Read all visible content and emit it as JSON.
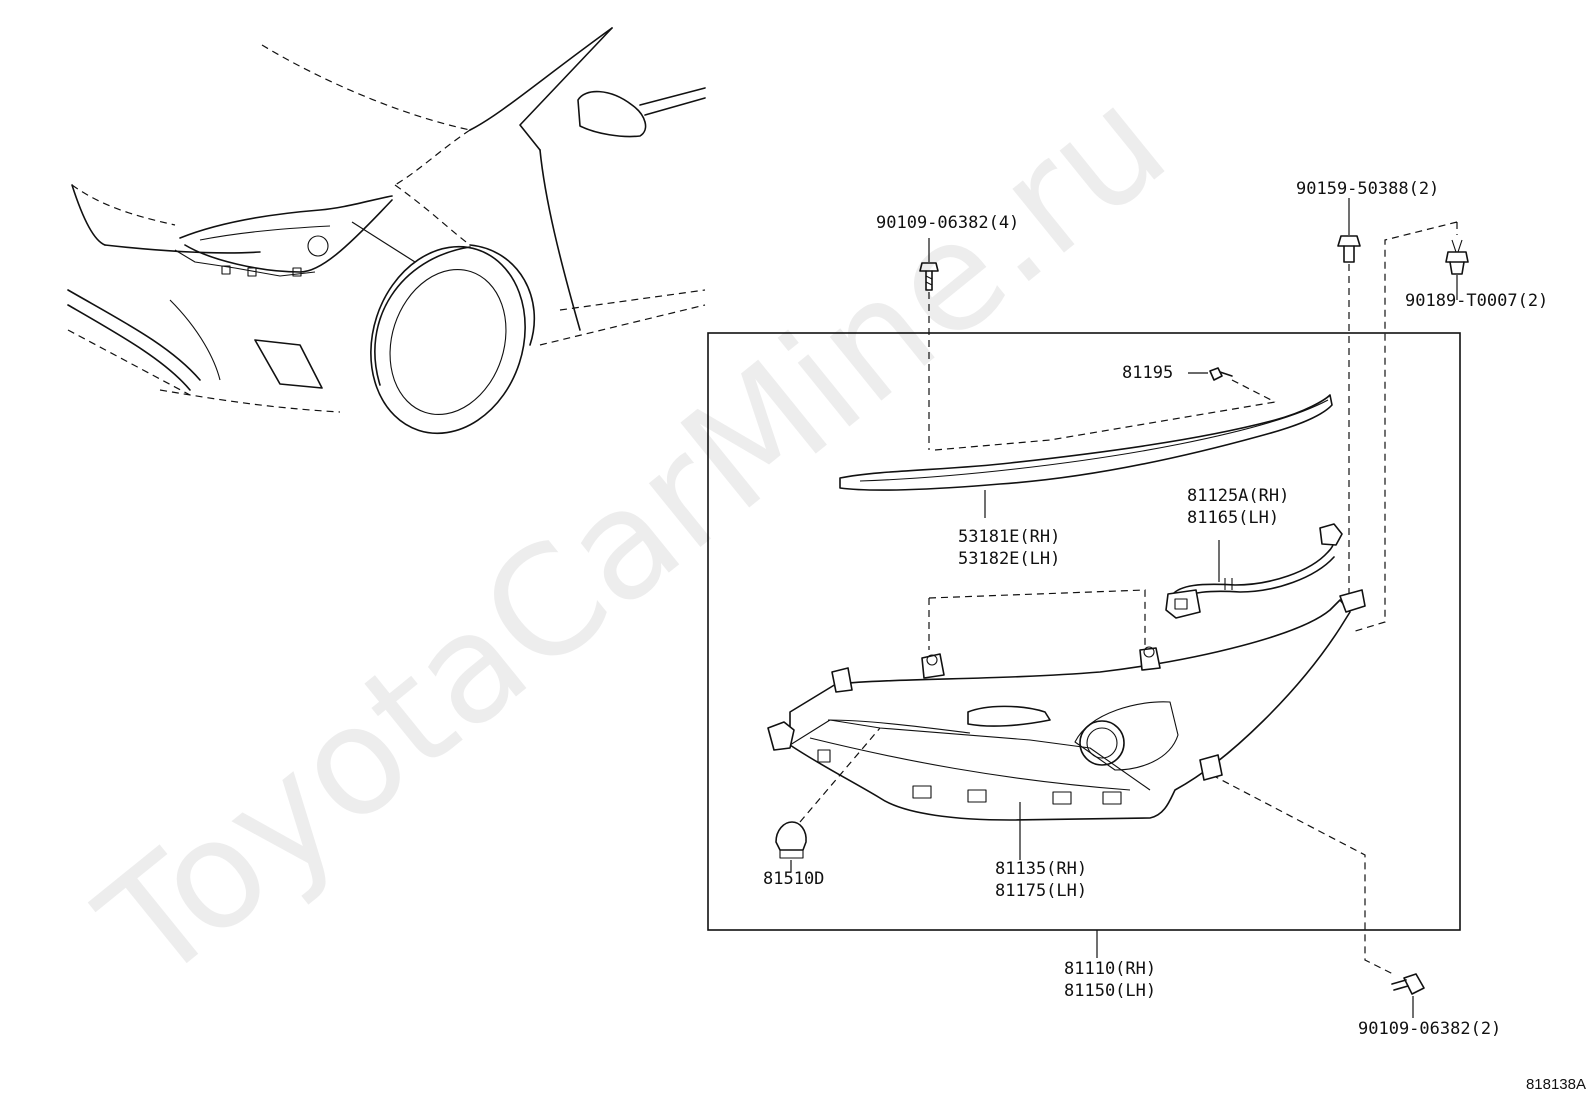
{
  "watermark": "ToyotaCarMine.ru",
  "diagram_code": "818138A",
  "parts": {
    "clip_top_left": "90109-06382(4)",
    "clip_top_right_a": "90159-50388(2)",
    "clip_top_right_b": "90189-T0007(2)",
    "screw": "81195",
    "garnish_rh": "53181E(RH)",
    "garnish_lh": "53182E(LH)",
    "wire_rh": "81125A(RH)",
    "wire_lh": "81165(LH)",
    "bulb": "81510D",
    "housing_rh": "81135(RH)",
    "housing_lh": "81175(LH)",
    "assy_rh": "81110(RH)",
    "assy_lh": "81150(LH)",
    "clip_bottom": "90109-06382(2)"
  }
}
